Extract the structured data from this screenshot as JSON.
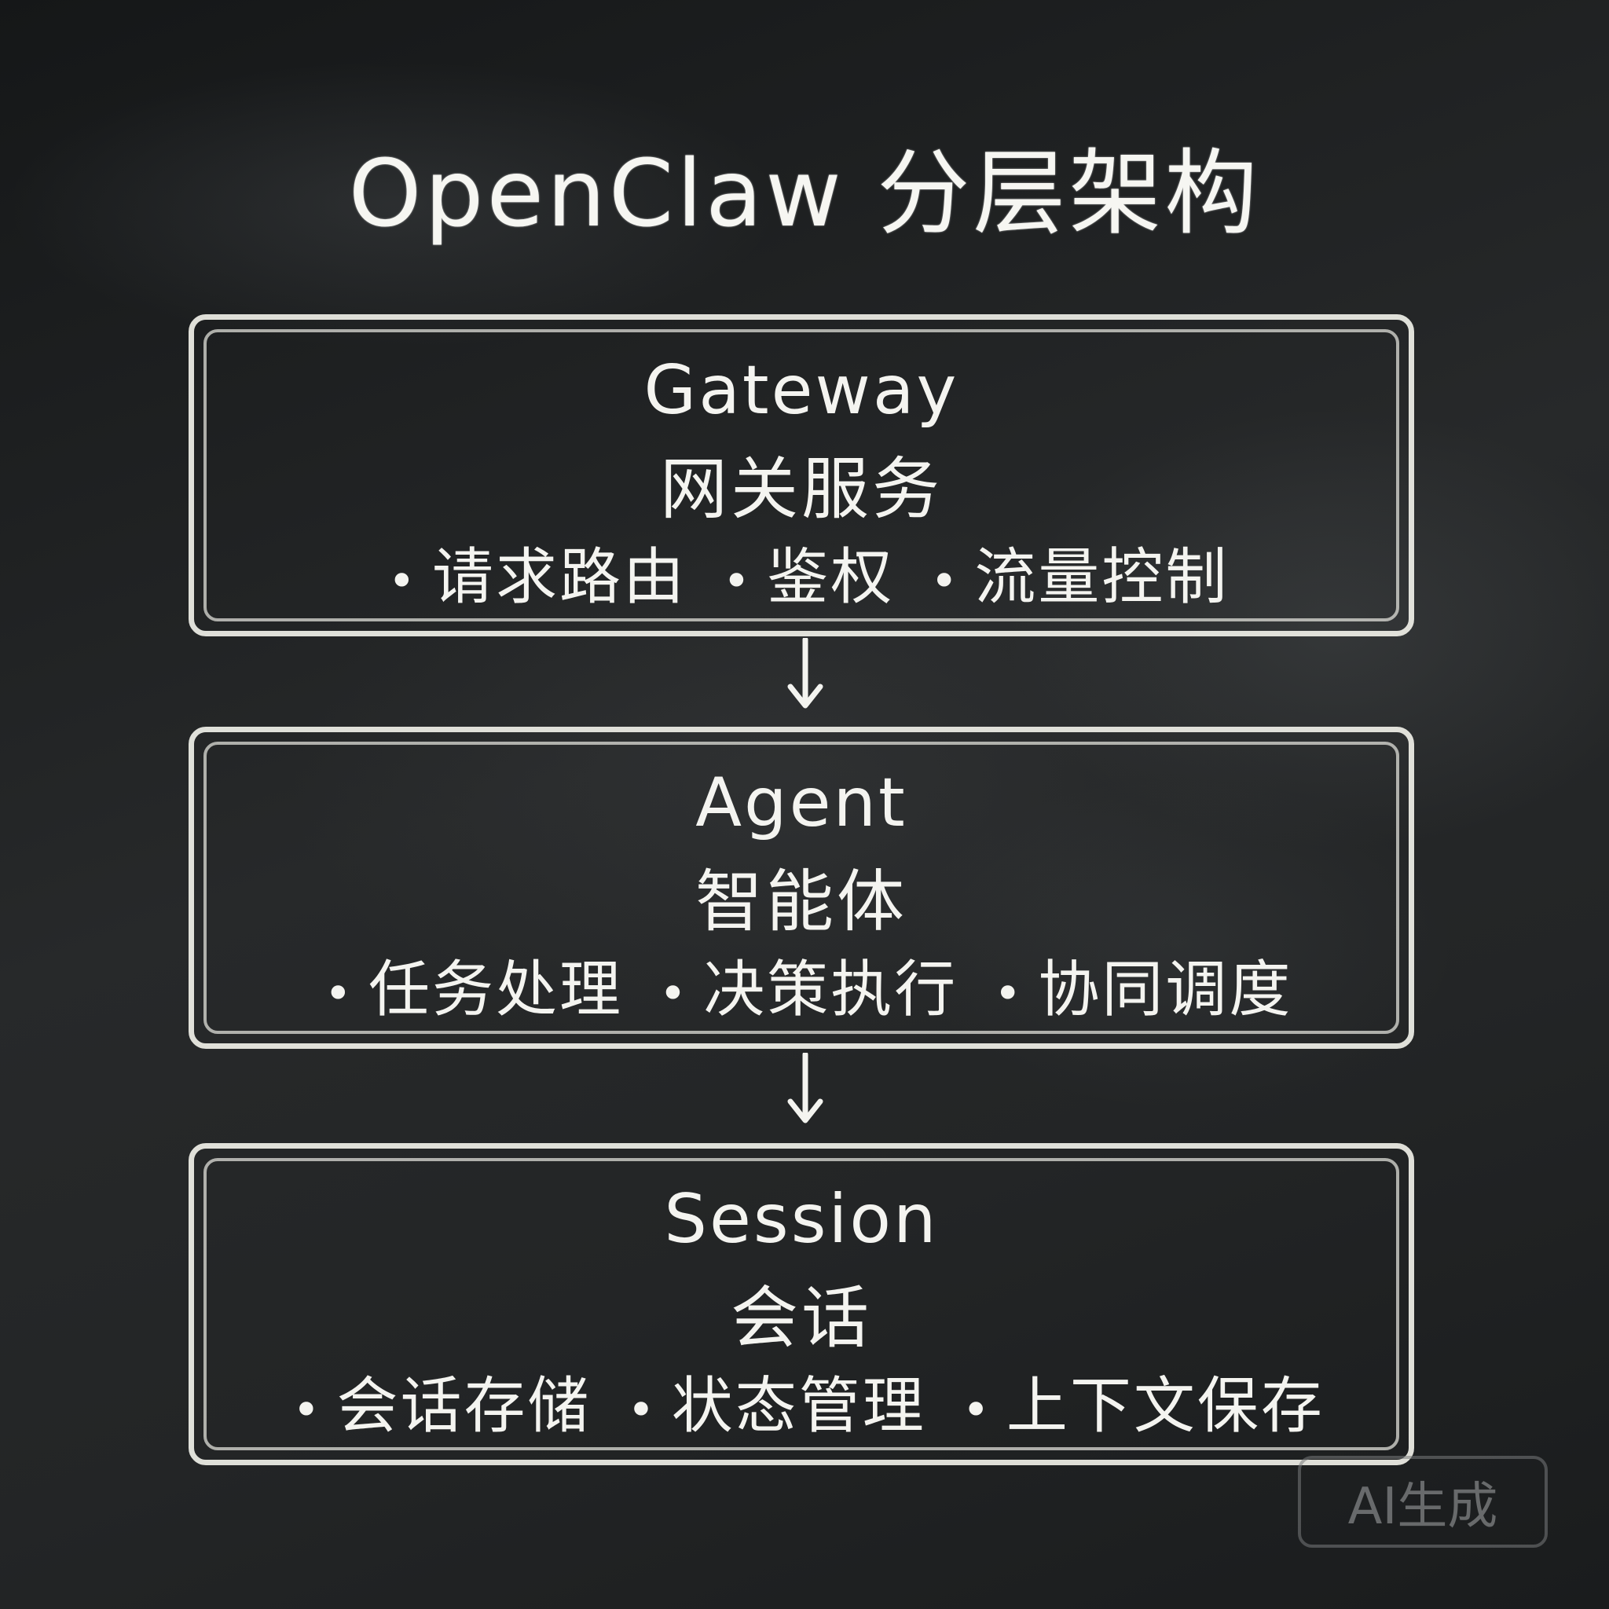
{
  "title": "OpenClaw 分层架构",
  "layers": [
    {
      "name_en": "Gateway",
      "name_zh": "网关服务",
      "features": [
        "请求路由",
        "鉴权",
        "流量控制"
      ]
    },
    {
      "name_en": "Agent",
      "name_zh": "智能体",
      "features": [
        "任务处理",
        "决策执行",
        "协同调度"
      ]
    },
    {
      "name_en": "Session",
      "name_zh": "会话",
      "features": [
        "会话存储",
        "状态管理",
        "上下文保存"
      ]
    }
  ],
  "arrows": [
    {
      "from": "Gateway",
      "to": "Agent",
      "icon": "arrow-down-icon"
    },
    {
      "from": "Agent",
      "to": "Session",
      "icon": "arrow-down-icon"
    }
  ],
  "bullet": "•",
  "watermark": "AI生成",
  "colors": {
    "background": "#1f2122",
    "chalk": "#f4f4f0",
    "watermark": "#828486"
  }
}
